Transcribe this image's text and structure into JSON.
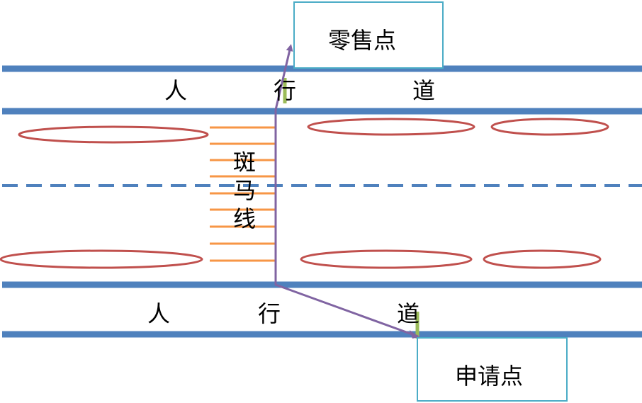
{
  "retail_point": {
    "label": "零售点"
  },
  "application_point": {
    "label": "申请点"
  },
  "sidewalk_top": {
    "chars": [
      "人",
      "行",
      "道"
    ]
  },
  "sidewalk_bottom": {
    "chars": [
      "人",
      "行",
      "道"
    ]
  },
  "crosswalk": {
    "chars": [
      "斑",
      "马",
      "线"
    ]
  },
  "colors": {
    "road_line": "#4f81bd",
    "stripe": "#f79646",
    "car": "#c0504d",
    "path": "#8064a2",
    "marker": "#9bbb59",
    "box_border": "#4bacc6"
  }
}
